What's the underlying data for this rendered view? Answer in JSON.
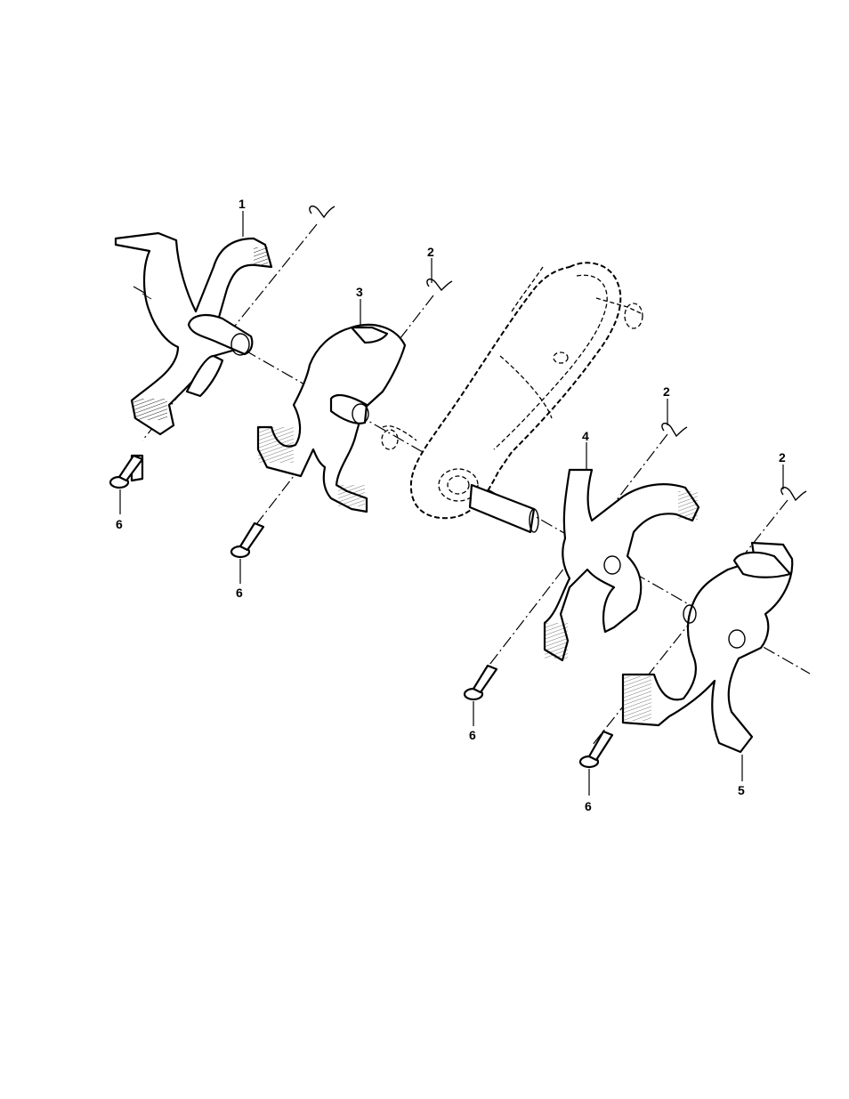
{
  "callouts": {
    "tine_1": "1",
    "clip_a": "2",
    "clip_b": "2",
    "clip_c": "2",
    "tine_3": "3",
    "tine_4": "4",
    "tine_5": "5",
    "pin_a": "6",
    "pin_b": "6",
    "pin_c": "6",
    "pin_d": "6"
  }
}
